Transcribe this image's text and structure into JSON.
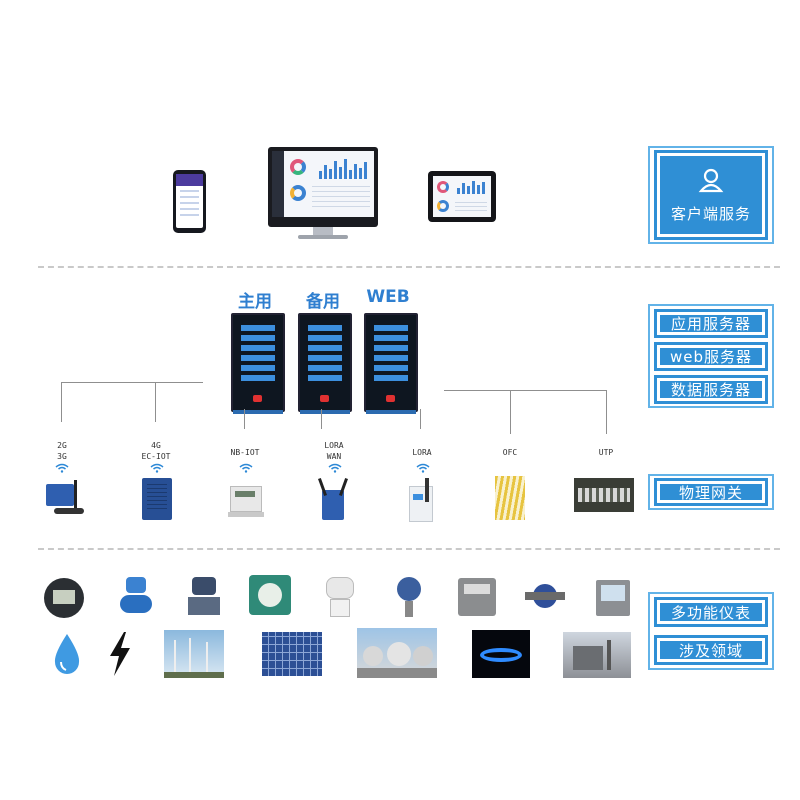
{
  "layers": {
    "client": "客户端服务",
    "servers": [
      "应用服务器",
      "web服务器",
      "数据服务器"
    ],
    "gateway": "物理网关",
    "meters": [
      "多功能仪表",
      "涉及领域"
    ]
  },
  "server_titles": [
    "主用",
    "备用",
    "WEB"
  ],
  "gateways": [
    {
      "l1": "2G",
      "l2": "3G"
    },
    {
      "l1": "4G",
      "l2": "EC-IOT"
    },
    {
      "l1": "NB-IOT",
      "l2": ""
    },
    {
      "l1": "LORA",
      "l2": "WAN"
    },
    {
      "l1": "LORA",
      "l2": ""
    },
    {
      "l1": "OFC",
      "l2": ""
    },
    {
      "l1": "UTP",
      "l2": ""
    }
  ],
  "icons": {
    "client": "user-icon",
    "wifi": "wifi-icon",
    "water": "water-drop-icon",
    "electric": "lightning-icon"
  },
  "colors": {
    "panel_blue": "#2f8fd5",
    "server_blue": "#3c8fde",
    "title_blue": "#2f7fd0"
  }
}
